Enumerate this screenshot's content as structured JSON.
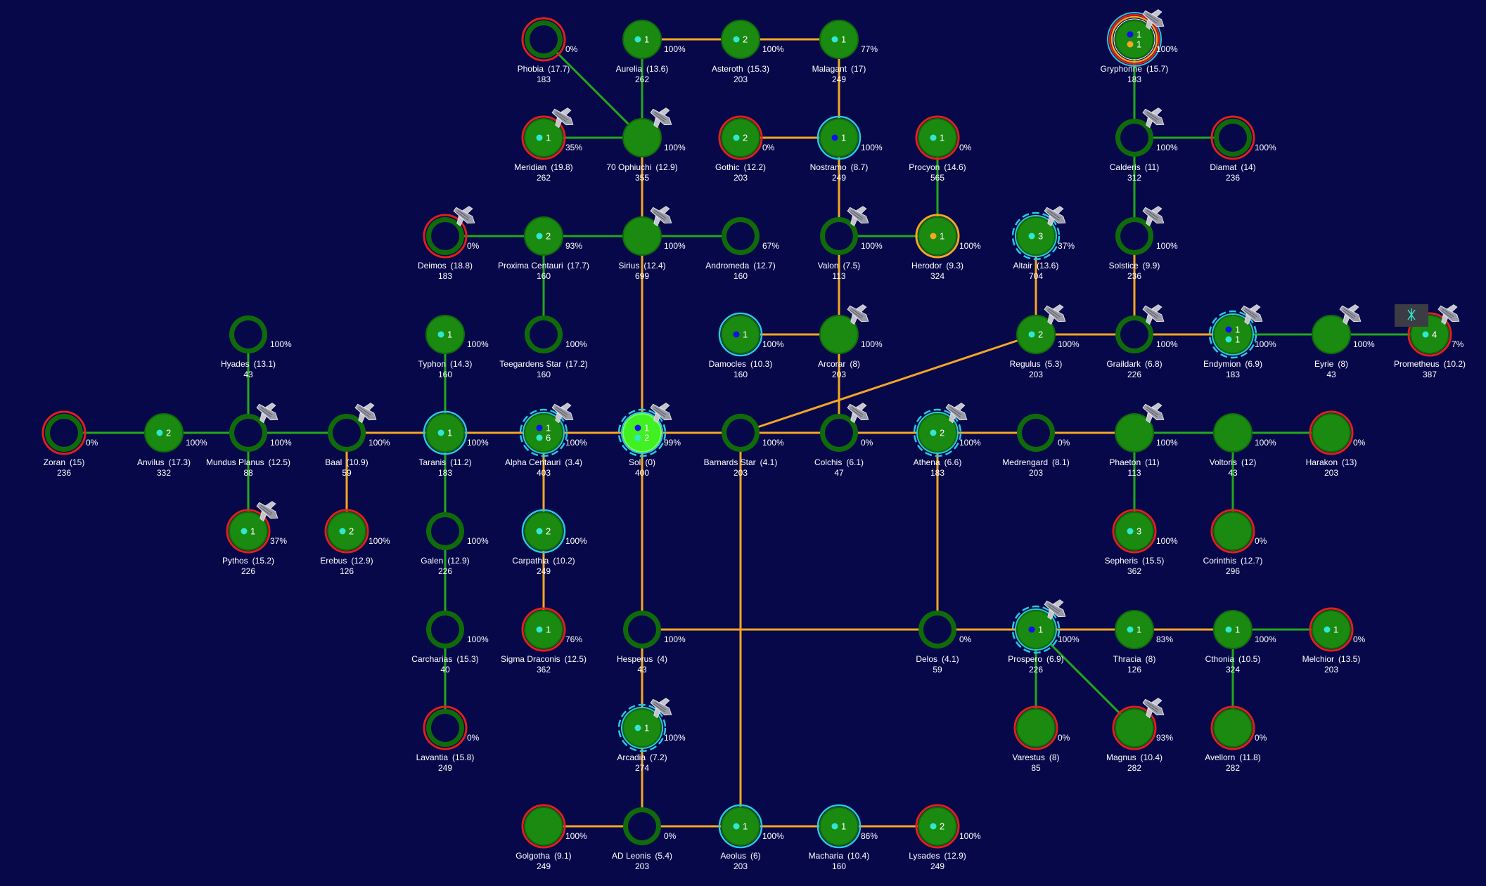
{
  "colors": {
    "background": "#07084a",
    "lane_supply": "#f5a623",
    "lane_plain": "#22a81a",
    "star_fill": "#1a8a10",
    "capital_fill": "#40f020",
    "enemy_ring": "#e0201a",
    "neutral_ring": "#22a81a",
    "shield_ring": "#27c9e0",
    "fleet_cyan": "#30e8d0",
    "fleet_blue": "#1010f0",
    "fleet_orange": "#f5a623"
  },
  "stars": [
    {
      "id": "phobia",
      "name": "Phobia",
      "dist": "(17.7)",
      "pop": "183",
      "pct": "0%",
      "ring": "red",
      "hollow": true
    },
    {
      "id": "aurelia",
      "name": "Aurelia",
      "dist": "(13.6)",
      "pop": "262",
      "pct": "100%",
      "count": "1",
      "fleet": "cyan"
    },
    {
      "id": "asteroth",
      "name": "Asteroth",
      "dist": "(15.3)",
      "pop": "203",
      "pct": "100%",
      "count": "2",
      "fleet": "cyan"
    },
    {
      "id": "malagant",
      "name": "Malagant",
      "dist": "(17)",
      "pop": "249",
      "pct": "77%",
      "count": "1",
      "fleet": "cyan"
    },
    {
      "id": "gryphonne",
      "name": "Gryphonne",
      "dist": "(15.7)",
      "pop": "183",
      "pct": "100%",
      "count": "1",
      "count2": "1",
      "fleet": "blue",
      "fleet2": "orange",
      "ring": "multi",
      "ship": true
    },
    {
      "id": "meridian",
      "name": "Meridian",
      "dist": "(19.8)",
      "pop": "262",
      "pct": "35%",
      "count": "1",
      "fleet": "cyan",
      "ring": "red",
      "ship": true
    },
    {
      "id": "ophiuchi",
      "name": "70 Ophiuchi",
      "dist": "(12.9)",
      "pop": "355",
      "pct": "100%",
      "ship": true
    },
    {
      "id": "gothic",
      "name": "Gothic",
      "dist": "(12.2)",
      "pop": "203",
      "pct": "0%",
      "count": "2",
      "fleet": "cyan",
      "ring": "red"
    },
    {
      "id": "nostramo",
      "name": "Nostramo",
      "dist": "(8.7)",
      "pop": "249",
      "pct": "100%",
      "count": "1",
      "fleet": "blue",
      "ring": "shield"
    },
    {
      "id": "procyon",
      "name": "Procyon",
      "dist": "(14.6)",
      "pop": "565",
      "pct": "0%",
      "count": "1",
      "fleet": "cyan",
      "ring": "red"
    },
    {
      "id": "calderis",
      "name": "Calderis",
      "dist": "(11)",
      "pop": "312",
      "pct": "100%",
      "hollow": true,
      "ship": true
    },
    {
      "id": "diamat",
      "name": "Diamat",
      "dist": "(14)",
      "pop": "236",
      "pct": "100%",
      "ring": "red",
      "hollow": true
    },
    {
      "id": "deimos",
      "name": "Deimos",
      "dist": "(18.8)",
      "pop": "183",
      "pct": "0%",
      "ring": "red",
      "hollow": true,
      "ship": true
    },
    {
      "id": "proxima",
      "name": "Proxima Centauri",
      "dist": "(17.7)",
      "pop": "160",
      "pct": "93%",
      "count": "2",
      "fleet": "cyan"
    },
    {
      "id": "sirius",
      "name": "Sirius",
      "dist": "(12.4)",
      "pop": "699",
      "pct": "100%",
      "ship": true
    },
    {
      "id": "andromeda",
      "name": "Andromeda",
      "dist": "(12.7)",
      "pop": "160",
      "pct": "67%",
      "hollow": true
    },
    {
      "id": "valon",
      "name": "Valon",
      "dist": "(7.5)",
      "pop": "113",
      "pct": "100%",
      "hollow": true,
      "ship": true
    },
    {
      "id": "herodor",
      "name": "Herodor",
      "dist": "(9.3)",
      "pop": "324",
      "pct": "100%",
      "count": "1",
      "fleet": "orange",
      "ring": "orange"
    },
    {
      "id": "altair",
      "name": "Altair",
      "dist": "(13.6)",
      "pop": "704",
      "pct": "37%",
      "count": "3",
      "fleet": "cyan",
      "ring": "dashed",
      "ship": true
    },
    {
      "id": "solstice",
      "name": "Solstice",
      "dist": "(9.9)",
      "pop": "236",
      "pct": "100%",
      "hollow": true,
      "ship": true
    },
    {
      "id": "hyades",
      "name": "Hyades",
      "dist": "(13.1)",
      "pop": "43",
      "pct": "100%",
      "hollow": true
    },
    {
      "id": "typhon",
      "name": "Typhon",
      "dist": "(14.3)",
      "pop": "160",
      "pct": "100%",
      "count": "1",
      "fleet": "cyan"
    },
    {
      "id": "teegardens",
      "name": "Teegardens Star",
      "dist": "(17.2)",
      "pop": "160",
      "pct": "100%",
      "hollow": true
    },
    {
      "id": "damocles",
      "name": "Damocles",
      "dist": "(10.3)",
      "pop": "160",
      "pct": "100%",
      "count": "1",
      "fleet": "blue",
      "ring": "shield"
    },
    {
      "id": "arcorar",
      "name": "Arcorar",
      "dist": "(8)",
      "pop": "203",
      "pct": "100%",
      "ship": true
    },
    {
      "id": "regulus",
      "name": "Regulus",
      "dist": "(5.3)",
      "pop": "203",
      "pct": "100%",
      "count": "2",
      "fleet": "cyan",
      "ship": true
    },
    {
      "id": "graildark",
      "name": "Graildark",
      "dist": "(6.8)",
      "pop": "226",
      "pct": "100%",
      "hollow": true,
      "ship": true
    },
    {
      "id": "endymion",
      "name": "Endymion",
      "dist": "(6.9)",
      "pop": "183",
      "pct": "100%",
      "count": "1",
      "count2": "1",
      "fleet": "blue",
      "fleet2": "cyan",
      "ring": "dashed",
      "ship": true
    },
    {
      "id": "eyrie",
      "name": "Eyrie",
      "dist": "(8)",
      "pop": "43",
      "pct": "100%",
      "ship": true
    },
    {
      "id": "prometheus",
      "name": "Prometheus",
      "dist": "(10.2)",
      "pop": "387",
      "pct": "7%",
      "count": "4",
      "fleet": "cyan",
      "ring": "red",
      "ship": true,
      "marker": true
    },
    {
      "id": "zoran",
      "name": "Zoran",
      "dist": "(15)",
      "pop": "236",
      "pct": "0%",
      "ring": "red",
      "hollow": true
    },
    {
      "id": "anvilus",
      "name": "Anvilus",
      "dist": "(17.3)",
      "pop": "332",
      "pct": "100%",
      "count": "2",
      "fleet": "cyan"
    },
    {
      "id": "mundus",
      "name": "Mundus Planus",
      "dist": "(12.5)",
      "pop": "88",
      "pct": "100%",
      "hollow": true,
      "ship": true
    },
    {
      "id": "baal",
      "name": "Baal",
      "dist": "(10.9)",
      "pop": "59",
      "pct": "100%",
      "hollow": true,
      "ship": true
    },
    {
      "id": "taranis",
      "name": "Taranis",
      "dist": "(11.2)",
      "pop": "183",
      "pct": "100%",
      "count": "1",
      "fleet": "cyan",
      "ring": "shield"
    },
    {
      "id": "alpha",
      "name": "Alpha Centauri",
      "dist": "(3.4)",
      "pop": "403",
      "pct": "100%",
      "count": "1",
      "count2": "6",
      "fleet": "blue",
      "fleet2": "cyan",
      "ring": "dashed",
      "ship": true
    },
    {
      "id": "sol",
      "name": "Sol",
      "dist": "(0)",
      "pop": "400",
      "pct": "99%",
      "count": "1",
      "count2": "2",
      "fleet": "blue",
      "fleet2": "cyan",
      "ring": "dashed",
      "capital": true,
      "ship": true
    },
    {
      "id": "barnards",
      "name": "Barnards Star",
      "dist": "(4.1)",
      "pop": "203",
      "pct": "100%",
      "hollow": true
    },
    {
      "id": "colchis",
      "name": "Colchis",
      "dist": "(6.1)",
      "pop": "47",
      "pct": "0%",
      "hollow": true,
      "ship": true
    },
    {
      "id": "athena",
      "name": "Athena",
      "dist": "(6.6)",
      "pop": "183",
      "pct": "100%",
      "count": "2",
      "fleet": "cyan",
      "ring": "dashed",
      "ship": true
    },
    {
      "id": "medrengard",
      "name": "Medrengard",
      "dist": "(8.1)",
      "pop": "203",
      "pct": "0%",
      "hollow": true
    },
    {
      "id": "phaeton",
      "name": "Phaeton",
      "dist": "(11)",
      "pop": "113",
      "pct": "100%",
      "ship": true
    },
    {
      "id": "voltoris",
      "name": "Voltoris",
      "dist": "(12)",
      "pop": "43",
      "pct": "100%"
    },
    {
      "id": "harakon",
      "name": "Harakon",
      "dist": "(13)",
      "pop": "203",
      "pct": "0%",
      "ring": "red"
    },
    {
      "id": "pythos",
      "name": "Pythos",
      "dist": "(15.2)",
      "pop": "226",
      "pct": "37%",
      "count": "1",
      "fleet": "cyan",
      "ring": "red",
      "ship": true
    },
    {
      "id": "erebus",
      "name": "Erebus",
      "dist": "(12.9)",
      "pop": "126",
      "pct": "100%",
      "count": "2",
      "fleet": "cyan",
      "ring": "red"
    },
    {
      "id": "galen",
      "name": "Galen",
      "dist": "(12.9)",
      "pop": "226",
      "pct": "100%",
      "hollow": true
    },
    {
      "id": "carpathia",
      "name": "Carpathia",
      "dist": "(10.2)",
      "pop": "249",
      "pct": "100%",
      "count": "2",
      "fleet": "cyan",
      "ring": "shield"
    },
    {
      "id": "sepheris",
      "name": "Sepheris",
      "dist": "(15.5)",
      "pop": "362",
      "pct": "100%",
      "count": "3",
      "fleet": "cyan",
      "ring": "red"
    },
    {
      "id": "corinthis",
      "name": "Corinthis",
      "dist": "(12.7)",
      "pop": "296",
      "pct": "0%",
      "ring": "red"
    },
    {
      "id": "carcharias",
      "name": "Carcharias",
      "dist": "(15.3)",
      "pop": "40",
      "pct": "100%",
      "hollow": true
    },
    {
      "id": "sigma",
      "name": "Sigma Draconis",
      "dist": "(12.5)",
      "pop": "362",
      "pct": "76%",
      "count": "1",
      "fleet": "cyan",
      "ring": "red"
    },
    {
      "id": "hesperus",
      "name": "Hesperus",
      "dist": "(4)",
      "pop": "43",
      "pct": "100%",
      "hollow": true
    },
    {
      "id": "delos",
      "name": "Delos",
      "dist": "(4.1)",
      "pop": "59",
      "pct": "0%",
      "hollow": true
    },
    {
      "id": "prospero",
      "name": "Prospero",
      "dist": "(6.9)",
      "pop": "226",
      "pct": "100%",
      "count": "1",
      "fleet": "blue",
      "ring": "dashed",
      "ship": true
    },
    {
      "id": "thracia",
      "name": "Thracia",
      "dist": "(8)",
      "pop": "126",
      "pct": "83%",
      "count": "1",
      "fleet": "cyan"
    },
    {
      "id": "cthonia",
      "name": "Cthonia",
      "dist": "(10.5)",
      "pop": "324",
      "pct": "100%",
      "count": "1",
      "fleet": "cyan"
    },
    {
      "id": "melchior",
      "name": "Melchior",
      "dist": "(13.5)",
      "pop": "203",
      "pct": "0%",
      "count": "1",
      "fleet": "cyan",
      "ring": "red"
    },
    {
      "id": "lavantia",
      "name": "Lavantia",
      "dist": "(15.8)",
      "pop": "249",
      "pct": "0%",
      "ring": "red",
      "hollow": true
    },
    {
      "id": "arcadia",
      "name": "Arcadia",
      "dist": "(7.2)",
      "pop": "274",
      "pct": "100%",
      "count": "1",
      "fleet": "cyan",
      "ring": "dashed",
      "ship": true
    },
    {
      "id": "varestus",
      "name": "Varestus",
      "dist": "(8)",
      "pop": "85",
      "pct": "0%",
      "ring": "red"
    },
    {
      "id": "magnus",
      "name": "Magnus",
      "dist": "(10.4)",
      "pop": "282",
      "pct": "93%",
      "ring": "red",
      "ship": true
    },
    {
      "id": "avellorn",
      "name": "Avellorn",
      "dist": "(11.8)",
      "pop": "282",
      "pct": "0%",
      "ring": "red"
    },
    {
      "id": "golgotha",
      "name": "Golgotha",
      "dist": "(9.1)",
      "pop": "249",
      "pct": "100%",
      "ring": "red"
    },
    {
      "id": "adleonis",
      "name": "AD Leonis",
      "dist": "(5.4)",
      "pop": "203",
      "pct": "0%",
      "hollow": true
    },
    {
      "id": "aeolus",
      "name": "Aeolus",
      "dist": "(6)",
      "pop": "203",
      "pct": "100%",
      "count": "1",
      "fleet": "cyan",
      "ring": "shield"
    },
    {
      "id": "macharia",
      "name": "Macharia",
      "dist": "(10.4)",
      "pop": "160",
      "pct": "86%",
      "count": "1",
      "fleet": "cyan",
      "ring": "shield"
    },
    {
      "id": "lysades",
      "name": "Lysades",
      "dist": "(12.9)",
      "pop": "249",
      "pct": "100%",
      "count": "2",
      "fleet": "cyan",
      "ring": "red"
    }
  ],
  "lanes": [
    [
      "aurelia",
      "asteroth",
      "supply"
    ],
    [
      "asteroth",
      "malagant",
      "supply"
    ],
    [
      "malagant",
      "nostramo",
      "supply"
    ],
    [
      "phobia",
      "ophiuchi",
      "plain"
    ],
    [
      "aurelia",
      "ophiuchi",
      "plain"
    ],
    [
      "meridian",
      "ophiuchi",
      "plain"
    ],
    [
      "gothic",
      "nostramo",
      "supply"
    ],
    [
      "nostramo",
      "valon",
      "supply"
    ],
    [
      "procyon",
      "herodor",
      "plain"
    ],
    [
      "gryphonne",
      "calderis",
      "plain"
    ],
    [
      "calderis",
      "diamat",
      "plain"
    ],
    [
      "calderis",
      "solstice",
      "plain"
    ],
    [
      "solstice",
      "graildark",
      "supply"
    ],
    [
      "deimos",
      "proxima",
      "plain"
    ],
    [
      "proxima",
      "sirius",
      "plain"
    ],
    [
      "sirius",
      "andromeda",
      "plain"
    ],
    [
      "ophiuchi",
      "sirius",
      "supply"
    ],
    [
      "valon",
      "herodor",
      "plain"
    ],
    [
      "valon",
      "arcorar",
      "supply"
    ],
    [
      "altair",
      "regulus",
      "supply"
    ],
    [
      "proxima",
      "teegardens",
      "plain"
    ],
    [
      "hyades",
      "mundus",
      "plain"
    ],
    [
      "typhon",
      "taranis",
      "plain"
    ],
    [
      "damocles",
      "arcorar",
      "supply"
    ],
    [
      "arcorar",
      "colchis",
      "supply"
    ],
    [
      "regulus",
      "graildark",
      "supply"
    ],
    [
      "graildark",
      "endymion",
      "supply"
    ],
    [
      "endymion",
      "eyrie",
      "plain"
    ],
    [
      "eyrie",
      "prometheus",
      "plain"
    ],
    [
      "barnards",
      "regulus",
      "supply"
    ],
    [
      "zoran",
      "anvilus",
      "plain"
    ],
    [
      "anvilus",
      "mundus",
      "plain"
    ],
    [
      "mundus",
      "baal",
      "plain"
    ],
    [
      "baal",
      "taranis",
      "supply"
    ],
    [
      "taranis",
      "alpha",
      "supply"
    ],
    [
      "alpha",
      "sol",
      "supply"
    ],
    [
      "sol",
      "barnards",
      "supply"
    ],
    [
      "barnards",
      "colchis",
      "supply"
    ],
    [
      "colchis",
      "athena",
      "supply"
    ],
    [
      "athena",
      "medrengard",
      "supply"
    ],
    [
      "medrengard",
      "phaeton",
      "supply"
    ],
    [
      "phaeton",
      "voltoris",
      "plain"
    ],
    [
      "voltoris",
      "harakon",
      "plain"
    ],
    [
      "mundus",
      "pythos",
      "plain"
    ],
    [
      "baal",
      "erebus",
      "supply"
    ],
    [
      "taranis",
      "galen",
      "plain"
    ],
    [
      "galen",
      "carcharias",
      "plain"
    ],
    [
      "carcharias",
      "lavantia",
      "plain"
    ],
    [
      "alpha",
      "carpathia",
      "supply"
    ],
    [
      "carpathia",
      "sigma",
      "supply"
    ],
    [
      "phaeton",
      "sepheris",
      "plain"
    ],
    [
      "voltoris",
      "corinthis",
      "plain"
    ],
    [
      "sirius",
      "sol",
      "supply"
    ],
    [
      "sol",
      "hesperus",
      "supply"
    ],
    [
      "hesperus",
      "arcadia",
      "supply"
    ],
    [
      "arcadia",
      "adleonis",
      "supply"
    ],
    [
      "hesperus",
      "delos",
      "supply"
    ],
    [
      "barnards",
      "aeolus",
      "supply"
    ],
    [
      "athena",
      "delos",
      "supply"
    ],
    [
      "delos",
      "prospero",
      "supply"
    ],
    [
      "prospero",
      "thracia",
      "supply"
    ],
    [
      "thracia",
      "cthonia",
      "supply"
    ],
    [
      "cthonia",
      "melchior",
      "plain"
    ],
    [
      "prospero",
      "varestus",
      "plain"
    ],
    [
      "prospero",
      "magnus",
      "plain"
    ],
    [
      "cthonia",
      "avellorn",
      "plain"
    ],
    [
      "golgotha",
      "adleonis",
      "supply"
    ],
    [
      "adleonis",
      "aeolus",
      "supply"
    ],
    [
      "aeolus",
      "macharia",
      "supply"
    ],
    [
      "macharia",
      "lysades",
      "supply"
    ]
  ]
}
